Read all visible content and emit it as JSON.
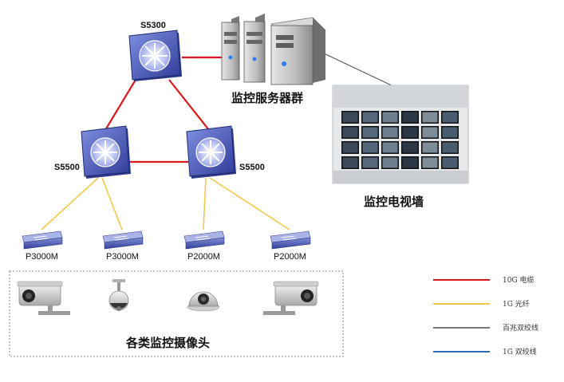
{
  "switches": {
    "core": "S5300",
    "left": "S5500",
    "right": "S5500"
  },
  "access_switches": [
    "P3000M",
    "P3000M",
    "P2000M",
    "P2000M"
  ],
  "server_group_label": "监控服务器群",
  "video_wall_label": "监控电视墙",
  "cameras_label": "各类监控摄像头",
  "legend": [
    {
      "label": "10G  电缆",
      "color": "#d7191c"
    },
    {
      "label": "1G  光纤",
      "color": "#f2c94c"
    },
    {
      "label": "百兆双绞线",
      "color": "#777777"
    },
    {
      "label": "1G 双绞线",
      "color": "#2b6cb0"
    }
  ],
  "colors": {
    "link_10g": "#d7191c",
    "link_1g_fiber": "#f2c94c",
    "switch_blue": "#4a5ab8"
  }
}
